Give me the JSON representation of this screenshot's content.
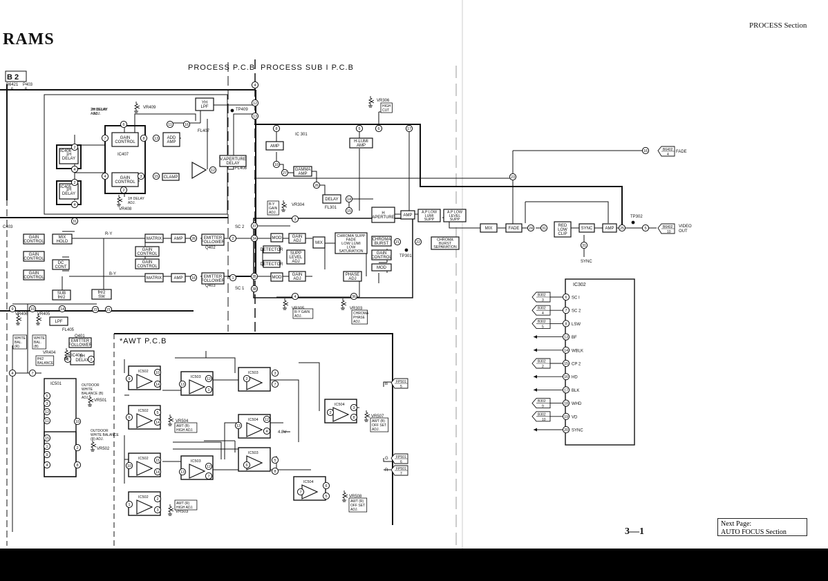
{
  "header": {
    "section": "PROCESS Section",
    "title_fragment": "RAMS"
  },
  "footer": {
    "page_number": "3—1",
    "next_label": "Next Page:",
    "next_target": "AUTO FOCUS Section"
  },
  "boards": {
    "process": "PROCESS P.C.B",
    "process_sub": "PROCESS SUB I P.C.B",
    "awt": "*AWT P.C.B"
  },
  "left_edge": {
    "board": "B 2",
    "conn": "B6421",
    "conn2": "P403",
    "pin": "5",
    "pin2": "5",
    "ic403": "C403"
  },
  "ic406_block": {
    "ic406": "IC406",
    "ic405": "IC405",
    "ic407": "IC407",
    "delay1": [
      "1H",
      "DELAY"
    ],
    "delay2": [
      "1H",
      "DELAY"
    ],
    "gain1": [
      "GAIN",
      "CONTROL"
    ],
    "gain2": [
      "GAIN",
      "CONTROL"
    ],
    "add_amp": [
      "ADD",
      "AMP"
    ],
    "clamp": "CLAMP",
    "vr409": "VR409",
    "vr409_label": [
      "2H DELAY",
      "ADJ."
    ],
    "vr408": "VR408",
    "vr408_label": [
      "1H DELAY",
      "ADJ."
    ],
    "yh_lpf": [
      "YH",
      "LPF"
    ],
    "fl407": "FL407",
    "tp409": "TP409",
    "vaperture": [
      "V.APERTURE",
      "DELAY"
    ],
    "fl408": "FL408",
    "pins": [
      "6",
      "7",
      "8",
      "13",
      "11",
      "16",
      "2",
      "4",
      "4",
      "2",
      "3",
      "15",
      "17",
      "12",
      "2",
      "4",
      "12",
      "13",
      "18",
      "4"
    ]
  },
  "matrix_block": {
    "sh1": [
      "S",
      "H"
    ],
    "sh2": [
      "S",
      "H"
    ],
    "gc_a": [
      "GAIN",
      "CONTROL"
    ],
    "mix_hold": [
      "MIX",
      "HOLD"
    ],
    "gc_b": [
      "GAIN",
      "CONTROL"
    ],
    "dc_cont": [
      "DC",
      "CONT"
    ],
    "gc_c": [
      "GAIN",
      "CONTROL"
    ],
    "sub_fh2": [
      "SUB",
      "fH/2"
    ],
    "ry": "R-Y",
    "by": "B-Y",
    "matrix1": "MATRIX",
    "matrix2": "MATRIX",
    "amp1": "AMP",
    "amp2": "AMP",
    "gc_d": [
      "GAIN",
      "CONTROL"
    ],
    "gc_e": [
      "GAIN",
      "CONTROL"
    ],
    "fh2sw": [
      "fH/2",
      "SW"
    ],
    "ef1": [
      "EMITTER",
      "FOLLOWER"
    ],
    "q402": "Q402",
    "ef2": [
      "EMITTER",
      "FOLLOWER"
    ],
    "q403": "Q403",
    "pins": [
      "31",
      "9",
      "10",
      "14",
      "26",
      "2",
      "1",
      "22",
      "21",
      "16"
    ]
  },
  "ic301": {
    "label": "IC 301",
    "amp": "AMP",
    "gamma": [
      "GAMMA",
      "AMP"
    ],
    "delay": "DELAY",
    "fl301": "FL301",
    "hlumi": [
      "H-LUMI",
      "AMP"
    ],
    "vr306": "VR306",
    "vr306_label": [
      "HIGH",
      "CUT"
    ],
    "vr304": "VR304",
    "vr304_label": [
      "B-Y",
      "GAIN",
      "ADJ."
    ],
    "sc2": "SC 2",
    "sc1": "SC 1",
    "mod1": "MOD",
    "mod2": "MOD",
    "gain_adj1": [
      "GAIN",
      "ADJ"
    ],
    "gain_adj2": [
      "GAIN",
      "ADJ"
    ],
    "mix": "MIX",
    "detector1": "DETECTOR",
    "detector2": "DETECTOR",
    "supp_level": [
      "SUPP",
      "LEVEL",
      "ADJ"
    ],
    "phase_adj": [
      "PHASE",
      "ADJ"
    ],
    "chroma_supp": [
      "CHROMA SUPP",
      "FADE",
      "LOW LUMI",
      "LOW",
      "SATURATION"
    ],
    "chroma_burst": [
      "CHROMA",
      "BURST"
    ],
    "gain_control": [
      "GAIN",
      "CONTROL"
    ],
    "mod3": "MOD",
    "tp301": "TP301",
    "vr305": "VR305",
    "vr305_label": [
      "R-Y GAIN",
      "ADJ."
    ],
    "vr303": "VR303",
    "vr303_label": [
      "CHROMA",
      "PHASE",
      "ADJ."
    ],
    "h_aperture": [
      "H",
      "APERTURE"
    ],
    "amp2": "AMP",
    "ap_low_lumi": [
      "A.P LOW",
      "LUMI",
      "SUPP"
    ],
    "ap_low_level": [
      "A.P LOW",
      "LEVEL",
      "SUPP"
    ],
    "mix2": "MIX",
    "fade": "FADE",
    "chroma_burst_sep": [
      "CHROMA",
      "BURST",
      "SEPARATION"
    ],
    "red_low_clip": [
      "RED",
      "LOW",
      "CLIP"
    ],
    "sync": "SYNC",
    "amp3": "AMP",
    "sync_out": "SYNC",
    "tp302": "TP302",
    "b6402_fade": [
      "B6402",
      "4"
    ],
    "fade_label": "FADE",
    "b6402_video": [
      "B6402",
      "10"
    ],
    "video_out": [
      "VIDEO",
      "OUT"
    ],
    "pins": [
      "4",
      "12",
      "18",
      "8",
      "5",
      "6",
      "17",
      "10",
      "27",
      "26",
      "14",
      "15",
      "19",
      "3",
      "37",
      "34",
      "35",
      "38",
      "36",
      "29",
      "28",
      "21",
      "22",
      "24",
      "31",
      "25",
      "5",
      "16",
      "4",
      "4",
      "23",
      "6"
    ]
  },
  "lower_left": {
    "vr406": "VR406",
    "vr405": "VR405",
    "white_bal_r": [
      "WHITE",
      "BAL.",
      "(R)"
    ],
    "white_bal_b": [
      "WHITE",
      "BAL.",
      "(B)"
    ],
    "lpf": "LPF",
    "fl405": "FL405",
    "q401": "Q401",
    "ef3": [
      "EMITTER",
      "FOLLOWER"
    ],
    "vr404": "VR404",
    "fh2_balance": [
      "fH/2",
      "BALANCE"
    ],
    "ic404": "IC404",
    "ic404_delay": [
      "1H",
      "DELAY"
    ],
    "pins": [
      "9",
      "10",
      "14",
      "4",
      "7",
      "6",
      "2"
    ]
  },
  "awt": {
    "ic501": "IC501",
    "outdoor_b": [
      "OUTDOOR",
      "WHITE",
      "BALANCE (B)",
      "ADJ."
    ],
    "vr501": "VR501",
    "outdoor_r": [
      "OUTDOOR",
      "WHITE BALANCE",
      "(R) ADJ."
    ],
    "vr502": "VR502",
    "ic502": "IC502",
    "ic503": "IC503",
    "ic504": "IC504",
    "vr504": "VR504",
    "vr504_label": [
      "AWT (B)",
      "HIGH ADJ."
    ],
    "vr503": "VR503",
    "vr503_label": [
      "AWT (R)",
      "HIGH ADJ."
    ],
    "vr507": "VR507",
    "vr507_label": [
      "AWT (B)",
      "OFF SET",
      "ADJ."
    ],
    "vr508": "VR508",
    "vr508_label": [
      "AWT (R)",
      "OFF SET",
      "ADJ."
    ],
    "v48": "4.8V",
    "b_label": "B",
    "g_label": "G",
    "r_label": "R",
    "fp501_b": [
      "FP501",
      "5"
    ],
    "fp501_g": [
      "FP501",
      "6"
    ],
    "fp501_r": [
      "FP501",
      "7"
    ],
    "pins": [
      "5",
      "3",
      "12",
      "11",
      "15",
      "1",
      "9",
      "4",
      "10",
      "8",
      "2",
      "8",
      "9",
      "10",
      "14",
      "13",
      "12",
      "1",
      "2",
      "3",
      "7",
      "6",
      "5",
      "14",
      "13",
      "12",
      "4",
      "1",
      "2",
      "3",
      "8",
      "10",
      "15",
      "14",
      "13",
      "12",
      "7",
      "6",
      "5",
      "8",
      "1",
      "2",
      "3",
      "1",
      "2",
      "3",
      "7",
      "6",
      "5"
    ]
  },
  "ic302": {
    "label": "IC302",
    "rows": [
      {
        "conn": [
          "B302",
          "3"
        ],
        "pin": "6",
        "sig": "SC I"
      },
      {
        "conn": [
          "B302",
          "4"
        ],
        "pin": "7",
        "sig": "SC 2"
      },
      {
        "conn": [
          "B302",
          "5"
        ],
        "pin": "8",
        "sig": "LSW"
      },
      {
        "conn": null,
        "pin": "13",
        "sig": "BF"
      },
      {
        "conn": null,
        "pin": "14",
        "sig": "WBLK"
      },
      {
        "conn": [
          "B302",
          "2"
        ],
        "pin": "15",
        "sig": "CP 2"
      },
      {
        "conn": null,
        "pin": "16",
        "sig": "HD"
      },
      {
        "conn": null,
        "pin": "17",
        "sig": "BLK"
      },
      {
        "conn": [
          "B302",
          "9"
        ],
        "pin": "18",
        "sig": "WHD"
      },
      {
        "conn": [
          "B302",
          "10"
        ],
        "pin": "19",
        "sig": "VD"
      },
      {
        "conn": null,
        "pin": "20",
        "sig": "SYNC"
      }
    ]
  }
}
